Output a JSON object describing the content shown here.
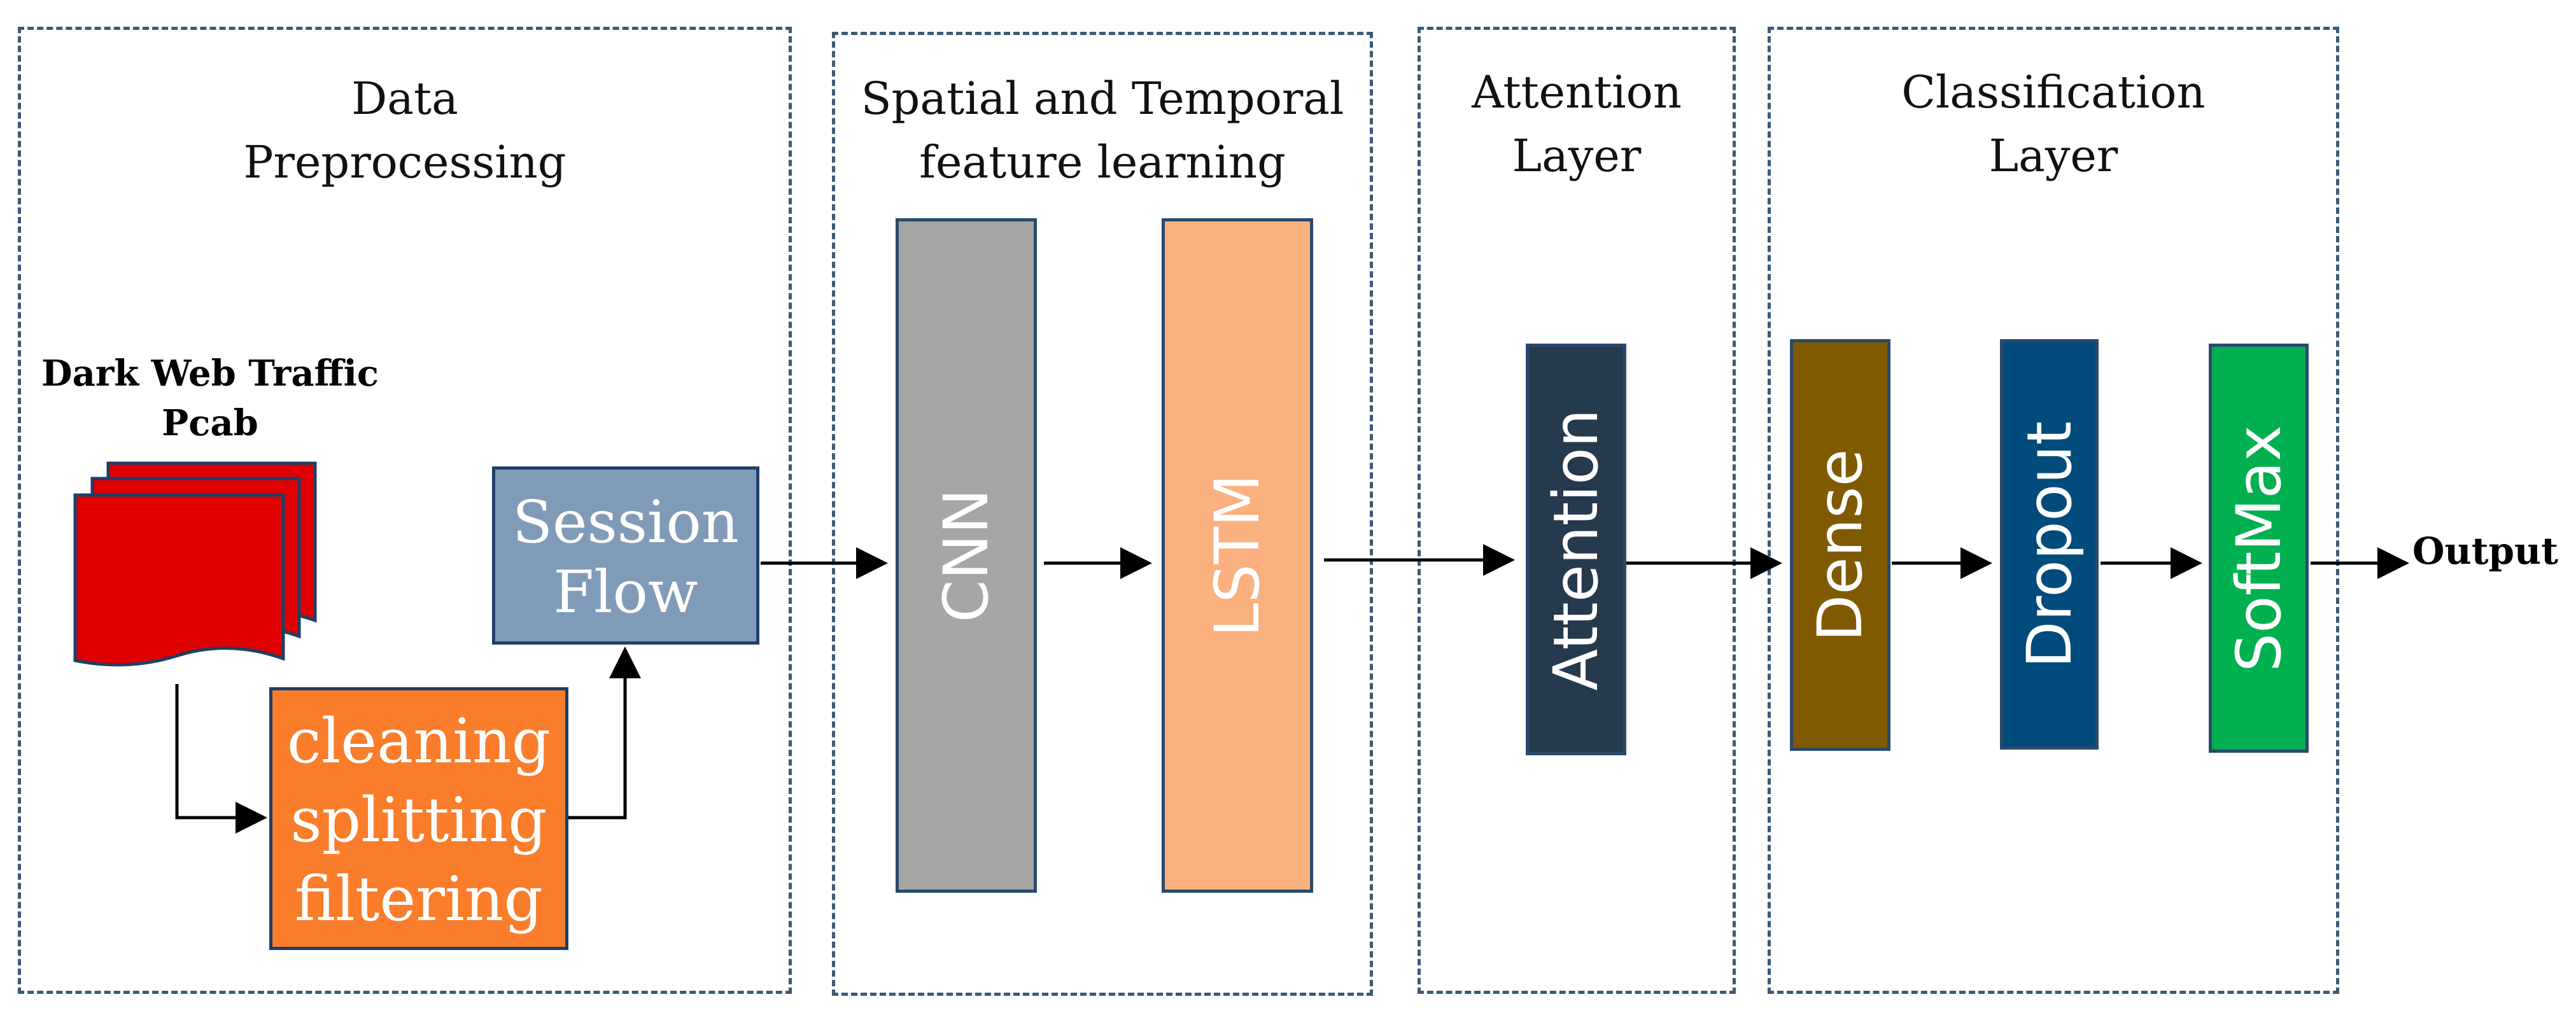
{
  "sections": {
    "preprocessing": "Data\nPreprocessing",
    "spatial_temporal": "Spatial and Temporal\nfeature learning",
    "attention": "Attention\nLayer",
    "classification": "Classification\nLayer"
  },
  "input": {
    "title": "Dark Web Traffic\nPcab"
  },
  "blocks": {
    "cleaning": "cleaning\nsplitting\nfiltering",
    "session_flow": "Session\nFlow",
    "cnn": "CNN",
    "lstm": "LSTM",
    "attention": "Attention",
    "dense": "Dense",
    "dropout": "Dropout",
    "softmax": "SoftMax"
  },
  "output_label": "Output",
  "colors": {
    "section_border": "#3b5a78",
    "pcab": "#e00000",
    "cleaning": "#f97d2a",
    "session_flow": "#7f9bb7",
    "cnn": "#a6a6a6",
    "lstm": "#fbb080",
    "attention": "#263a4e",
    "dense": "#7f5a00",
    "dropout": "#004b7b",
    "softmax": "#00b050"
  }
}
